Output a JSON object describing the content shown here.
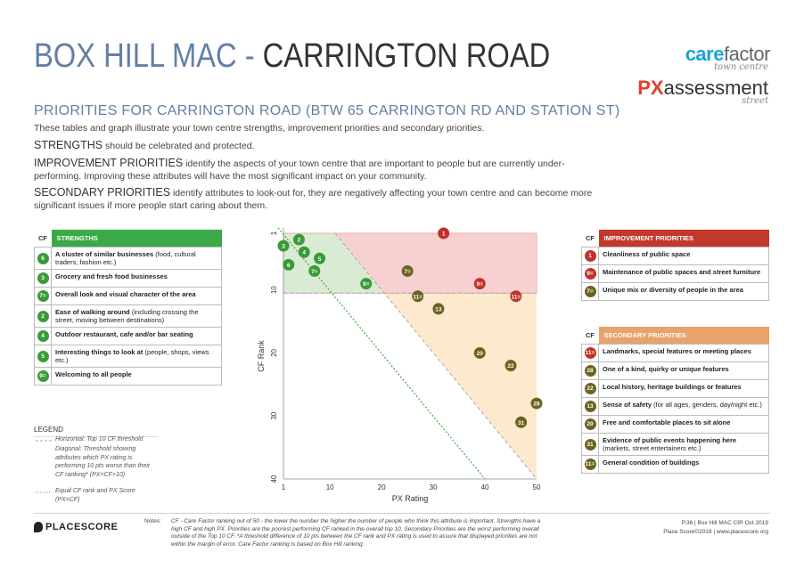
{
  "header": {
    "title_a": "BOX HILL MAC - ",
    "title_b": "CARRINGTON ROAD",
    "brand1_care": "care",
    "brand1_factor": "factor",
    "brand1_sub": "town centre",
    "brand2_px": "PX",
    "brand2_assessment": "assessment",
    "brand2_sub": "street"
  },
  "subtitle": "PRIORITIES FOR CARRINGTON ROAD (BTW 65 CARRINGTON RD AND STATION ST)",
  "intro": {
    "p1": "These tables and graph illustrate your town centre strengths, improvement priorities and secondary priorities.",
    "p2_key": "STRENGTHS",
    "p2_rest": " should be celebrated and protected.",
    "p3_key": "IMPROVEMENT PRIORITIES",
    "p3_rest": " identify the aspects of your town centre that are important to people but are currently under-performing. Improving these attributes will have the most significant impact on your community.",
    "p4_key": "SECONDARY PRIORITIES",
    "p4_rest": " identify attributes to look-out for, they are negatively affecting your town centre and can become more significant issues if more people start caring about them."
  },
  "strengths": {
    "cf_header": "CF",
    "title": "STRENGTHS",
    "color": "#3aaa48",
    "rows": [
      {
        "cf": "6",
        "bold": "A cluster of similar businesses",
        "rest": " (food, cultural traders, fashion etc.)"
      },
      {
        "cf": "3",
        "bold": "Grocery and fresh food businesses",
        "rest": ""
      },
      {
        "cf": "7=",
        "bold": "Overall look and visual character of the area",
        "rest": ""
      },
      {
        "cf": "2",
        "bold": "Ease of walking around",
        "rest": " (including crossing the street, moving between destinations)"
      },
      {
        "cf": "4",
        "bold": "Outdoor restaurant, cafe and/or bar seating",
        "rest": ""
      },
      {
        "cf": "5",
        "bold": "Interesting things to look at",
        "rest": " (people, shops, views etc.)"
      },
      {
        "cf": "9=",
        "bold": "Welcoming to all people",
        "rest": ""
      }
    ]
  },
  "improvement": {
    "cf_header": "CF",
    "title": "IMPROVEMENT PRIORITIES",
    "color": "#c0392b",
    "rows": [
      {
        "cf": "1",
        "bold": "Cleanliness of public space",
        "rest": ""
      },
      {
        "cf": "9=",
        "bold": "Maintenance of public spaces and street furniture",
        "rest": ""
      },
      {
        "cf": "7=",
        "bold": "Unique mix or diversity of people in the area",
        "rest": ""
      }
    ]
  },
  "secondary": {
    "cf_header": "CF",
    "title": "SECONDARY PRIORITIES",
    "color": "#e8a36a",
    "rows": [
      {
        "cf": "11=",
        "bold": "Landmarks, special features or meeting places",
        "rest": "",
        "c": "r"
      },
      {
        "cf": "28",
        "bold": "One of a kind, quirky or unique features",
        "rest": "",
        "c": "o"
      },
      {
        "cf": "22",
        "bold": "Local history, heritage buildings or features",
        "rest": "",
        "c": "o"
      },
      {
        "cf": "13",
        "bold": "Sense of safety",
        "rest": " (for all ages, genders, day/night etc.)",
        "c": "o"
      },
      {
        "cf": "20",
        "bold": "Free and comfortable places to sit alone",
        "rest": "",
        "c": "o"
      },
      {
        "cf": "31",
        "bold": "Evidence of public events happening here",
        "rest": " (markets, street entertainers etc.)",
        "c": "o"
      },
      {
        "cf": "11=",
        "bold": "General condition of buildings",
        "rest": "",
        "c": "o"
      }
    ]
  },
  "legend": {
    "title": "LEGEND",
    "line1": "Horizontal: Top 10 CF threshold",
    "line2": "Diagonal: Threshold showing attributes which PX rating is performing 10 pts worse than their CF ranking* (PX=CF+10)",
    "line3": "Equal CF rank and PX Score (PX=CF)"
  },
  "chart_data": {
    "type": "scatter",
    "xlabel": "PX Rating",
    "ylabel": "CF Rank",
    "xlim": [
      1,
      50
    ],
    "ylim": [
      1,
      40
    ],
    "y_inverted": true,
    "x_ticks": [
      "1",
      "10",
      "20",
      "30",
      "40",
      "50"
    ],
    "y_ticks": [
      "1",
      "10",
      "20",
      "30",
      "40"
    ],
    "grid": false,
    "points": [
      {
        "label": "1",
        "x": 32,
        "y": 1,
        "group": "improvement"
      },
      {
        "label": "2",
        "x": 4,
        "y": 2,
        "group": "strength"
      },
      {
        "label": "3",
        "x": 1,
        "y": 3,
        "group": "strength"
      },
      {
        "label": "4",
        "x": 5,
        "y": 4,
        "group": "strength"
      },
      {
        "label": "5",
        "x": 8,
        "y": 5,
        "group": "strength"
      },
      {
        "label": "6",
        "x": 2,
        "y": 6,
        "group": "strength"
      },
      {
        "label": "7=",
        "x": 7,
        "y": 7,
        "group": "strength"
      },
      {
        "label": "7=",
        "x": 25,
        "y": 7,
        "group": "improvement_o"
      },
      {
        "label": "9=",
        "x": 17,
        "y": 9,
        "group": "strength"
      },
      {
        "label": "9=",
        "x": 39,
        "y": 9,
        "group": "improvement"
      },
      {
        "label": "11=",
        "x": 27,
        "y": 11,
        "group": "secondary_o"
      },
      {
        "label": "11=",
        "x": 46,
        "y": 11,
        "group": "secondary_r"
      },
      {
        "label": "13",
        "x": 31,
        "y": 13,
        "group": "secondary_o"
      },
      {
        "label": "20",
        "x": 39,
        "y": 20,
        "group": "secondary_o"
      },
      {
        "label": "22",
        "x": 45,
        "y": 22,
        "group": "secondary_o"
      },
      {
        "label": "28",
        "x": 50,
        "y": 28,
        "group": "secondary_o"
      },
      {
        "label": "31",
        "x": 47,
        "y": 31,
        "group": "secondary_o"
      }
    ],
    "colors": {
      "strength": "#3a9a3a",
      "improvement": "#c0322a",
      "improvement_o": "#6b6320",
      "secondary_o": "#6b6320",
      "secondary_r": "#c0322a"
    }
  },
  "notes": {
    "label": "Notes:",
    "text": "CF - Care Factor ranking out of 50 - the lower the number the higher the number of people who think this attribute is important. Strengths have a high CF and high PX. Priorities are the poorest performing CF ranked in the overall top 10. Secondary Priorities are the worst performing overall outside of the Top 10 CF. *A threshold difference of 10 pts between the CF rank and PX rating is used to assure that displayed priorities are not within the margin of error. Care Factor ranking is based on Box Hill ranking."
  },
  "footer": {
    "logo": "PLACESCORE",
    "line1": "P.36  |  Box Hill MAC CIR Oct 2019",
    "line2": "Place Score©2019  |  www.placescore.org"
  }
}
